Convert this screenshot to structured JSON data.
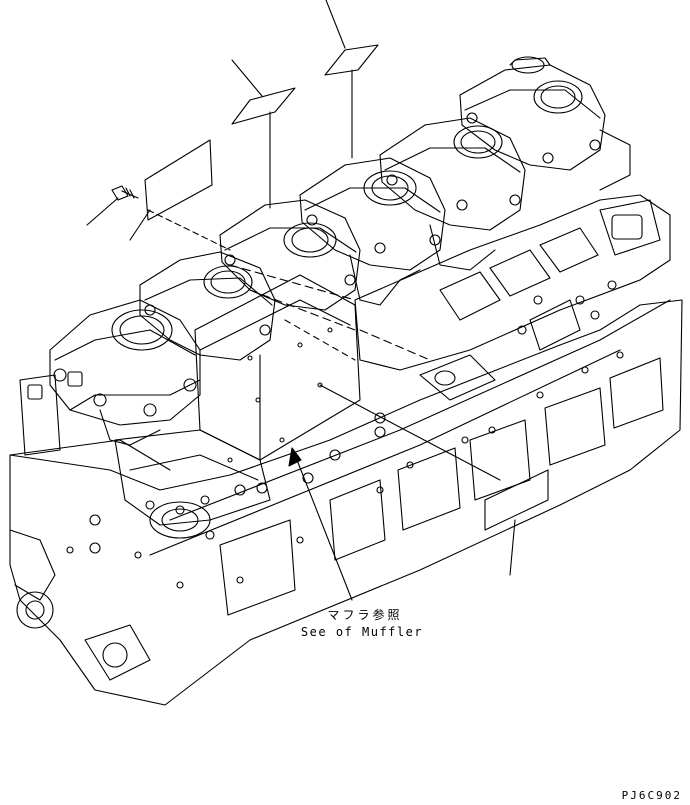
{
  "callout": {
    "label_jp": "マフラ参照",
    "label_en": "See of Muffler"
  },
  "drawing_code": "PJ6C902"
}
